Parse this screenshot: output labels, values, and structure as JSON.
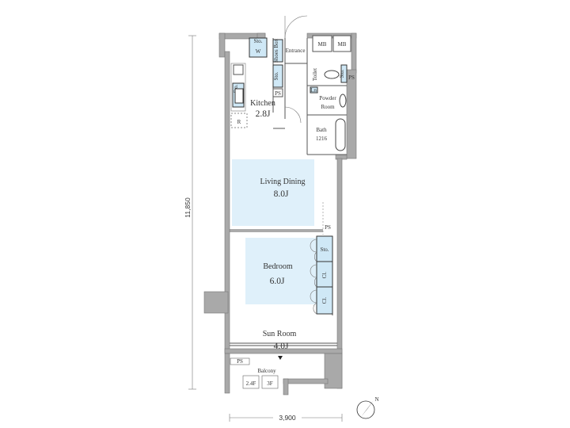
{
  "dimensions": {
    "height": "11,850",
    "width": "3,900"
  },
  "rooms": {
    "kitchen": {
      "name": "Kitchen",
      "size": "2.8J"
    },
    "living_dining": {
      "name": "Living Dining",
      "size": "8.0J"
    },
    "bedroom": {
      "name": "Bedroom",
      "size": "6.0J"
    },
    "sun_room": {
      "name": "Sun Room",
      "size": "4.0J"
    },
    "bath": {
      "name": "Bath",
      "size": "1216"
    },
    "powder_room": {
      "name": "Powder",
      "name2": "Room"
    },
    "toilet": {
      "name": "Toilet"
    },
    "entrance": {
      "name": "Entrance"
    },
    "balcony": {
      "name": "Balcony"
    }
  },
  "fixtures": {
    "mb1": "MB",
    "mb2": "MB",
    "w": "W",
    "r": "R",
    "ps_kitchen": "PS",
    "ps_toilet": "PS",
    "ps_living": "PS",
    "ps_sun": "PS",
    "sto_w": "Sto.",
    "shoes_box": "Shoes Box",
    "sto_entry": "Sto.",
    "sto_toilet": "Sto.",
    "sto_kitchen": "Sto.",
    "ln": "Ln",
    "sto_bed": "Sto.",
    "cl1": "Cl.",
    "cl2": "Cl.",
    "aircon1": "2.4F",
    "aircon2": "3F"
  },
  "colors": {
    "room_highlight": "#dff0fa",
    "storage": "#cfe8f6",
    "wall": "#a9a9a9"
  },
  "compass": {
    "icon": "north-arrow-icon",
    "label": "N"
  }
}
